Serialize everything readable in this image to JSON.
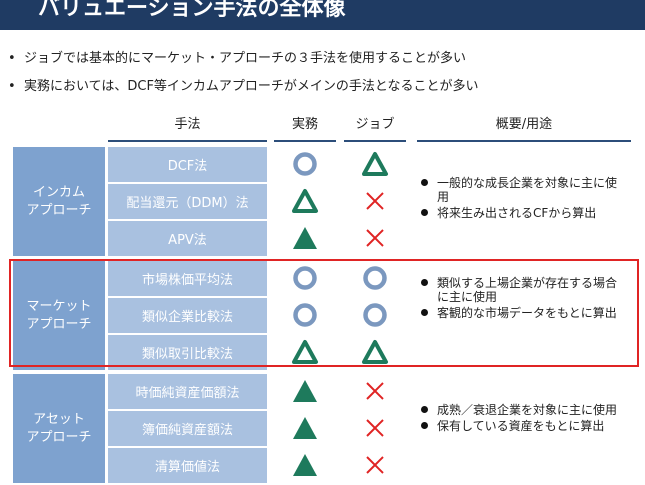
{
  "header": {
    "title": "バリュエーション手法の全体像"
  },
  "bullets": [
    "ジョブでは基本的にマーケット・アプローチの３手法を使用することが多い",
    "実務においては、DCF等インカムアプローチがメインの手法となることが多い"
  ],
  "bullet_symbol": "•",
  "columns": {
    "method": "手法",
    "practice": "実務",
    "job": "ジョブ",
    "overview": "概要/用途"
  },
  "groups": [
    {
      "label": "インカム\nアプローチ",
      "methods": [
        {
          "name": "DCF法",
          "practice": "circle",
          "job": "triangle-outline"
        },
        {
          "name": "配当還元（DDM）法",
          "practice": "triangle-outline",
          "job": "cross"
        },
        {
          "name": "APV法",
          "practice": "triangle-filled",
          "job": "cross"
        }
      ],
      "overview": [
        "一般的な成長企業を対象に主に使用",
        "将来生み出されるCFから算出"
      ]
    },
    {
      "label": "マーケット\nアプローチ",
      "methods": [
        {
          "name": "市場株価平均法",
          "practice": "circle",
          "job": "circle"
        },
        {
          "name": "類似企業比較法",
          "practice": "circle",
          "job": "circle"
        },
        {
          "name": "類似取引比較法",
          "practice": "triangle-outline",
          "job": "triangle-outline"
        }
      ],
      "overview": [
        "類似する上場企業が存在する場合に主に使用",
        "客観的な市場データをもとに算出"
      ]
    },
    {
      "label": "アセット\nアプローチ",
      "methods": [
        {
          "name": "時価純資産価額法",
          "practice": "triangle-filled",
          "job": "cross"
        },
        {
          "name": "簿価純資産額法",
          "practice": "triangle-filled",
          "job": "cross"
        },
        {
          "name": "清算価値法",
          "practice": "triangle-filled",
          "job": "cross"
        }
      ],
      "overview": [
        "成熟／衰退企業を対象に主に使用",
        "保有している資産をもとに算出"
      ]
    }
  ],
  "colors": {
    "header_bg": "#1f3b63",
    "group_bg": "#7ea2cf",
    "method_bg": "#a9c1e0",
    "circle": "#7b98bf",
    "triangle": "#1e7a5c",
    "cross": "#e02424",
    "highlight": "#e02424"
  }
}
